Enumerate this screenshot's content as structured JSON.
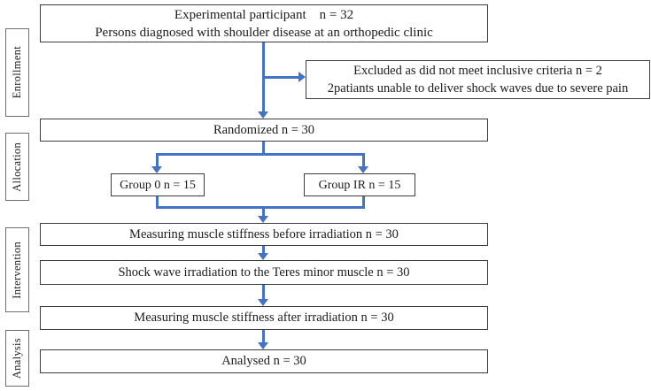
{
  "colors": {
    "arrow": "#4472C4",
    "box_border": "#3d3d3d",
    "stage_border": "#6e6e6e",
    "text": "#1c1c1c",
    "background": "#ffffff"
  },
  "stages": [
    {
      "label": "Enrollment"
    },
    {
      "label": "Allocation"
    },
    {
      "label": "Intervention"
    },
    {
      "label": "Analysis"
    }
  ],
  "boxes": {
    "participant": {
      "line1": "Experimental participant    n = 32",
      "line2": "Persons diagnosed with shoulder disease at an orthopedic clinic"
    },
    "excluded": {
      "line1": "Excluded as did not meet inclusive criteria n = 2",
      "line2": "2patiants unable to deliver shock waves due to severe pain"
    },
    "randomized": {
      "text": "Randomized n = 30"
    },
    "group_0": {
      "text": "Group 0 n = 15"
    },
    "group_ir": {
      "text": "Group IR n = 15"
    },
    "measure_before": {
      "text": "Measuring muscle stiffness before irradiation n = 30"
    },
    "shock_wave": {
      "text": "Shock wave irradiation to the Teres minor muscle n = 30"
    },
    "measure_after": {
      "text": "Measuring muscle stiffness after irradiation n = 30"
    },
    "analysed": {
      "text": "Analysed n = 30"
    }
  }
}
